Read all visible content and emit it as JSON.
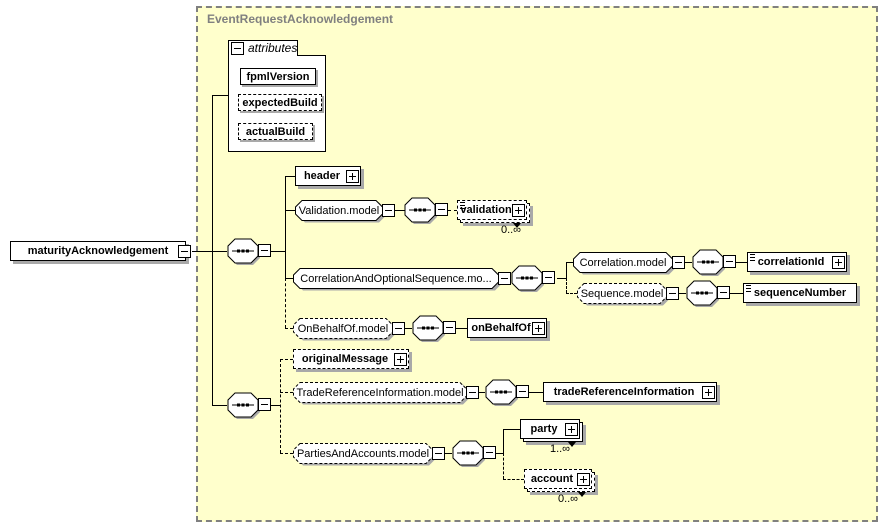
{
  "frame_title": "EventRequestAcknowledgement",
  "root": {
    "label": "maturityAcknowledgement"
  },
  "attributes_panel": {
    "label": "attributes",
    "items": [
      {
        "label": "fpmlVersion"
      },
      {
        "label": "expectedBuild"
      },
      {
        "label": "actualBuild"
      }
    ]
  },
  "nodes": {
    "header": {
      "label": "header"
    },
    "validation_model": {
      "label": "Validation.model"
    },
    "validation": {
      "label": "validation",
      "occurs": "0..∞"
    },
    "correlation_and_optional_sequence_model": {
      "label": "CorrelationAndOptionalSequence.mo..."
    },
    "correlation_model": {
      "label": "Correlation.model"
    },
    "correlation_id": {
      "label": "correlationId"
    },
    "sequence_model": {
      "label": "Sequence.model"
    },
    "sequence_number": {
      "label": "sequenceNumber"
    },
    "on_behalf_of_model": {
      "label": "OnBehalfOf.model"
    },
    "on_behalf_of": {
      "label": "onBehalfOf"
    },
    "original_message": {
      "label": "originalMessage"
    },
    "trade_reference_information_model": {
      "label": "TradeReferenceInformation.model"
    },
    "trade_reference_information": {
      "label": "tradeReferenceInformation"
    },
    "parties_and_accounts_model": {
      "label": "PartiesAndAccounts.model"
    },
    "party": {
      "label": "party",
      "occurs": "1..∞"
    },
    "account": {
      "label": "account",
      "occurs": "0..∞"
    }
  },
  "colors": {
    "canvas_background": "#ffffcc",
    "frame_border": "#808080",
    "title_text": "#808080",
    "node_background": "#ffffff",
    "connector": "#000000",
    "shadow": "#a9a9a9"
  }
}
